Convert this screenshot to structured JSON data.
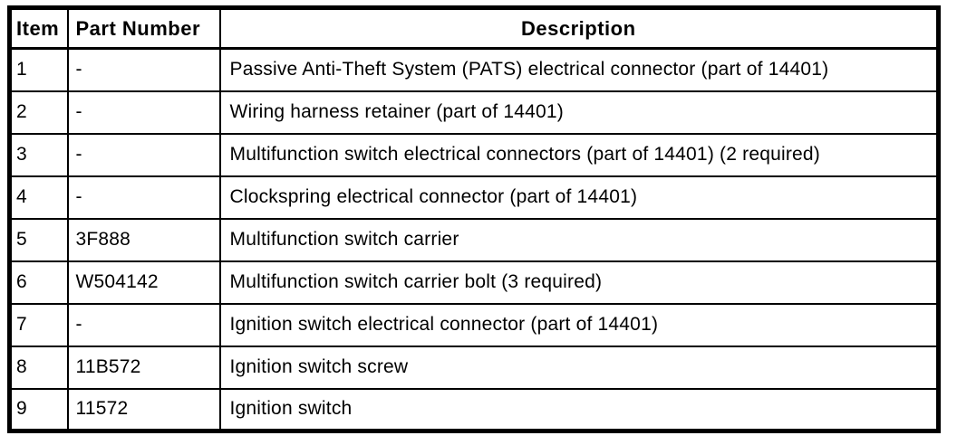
{
  "table": {
    "headers": [
      {
        "key": "item",
        "label": "Item"
      },
      {
        "key": "part_number",
        "label": "Part Number"
      },
      {
        "key": "description",
        "label": "Description"
      }
    ],
    "rows": [
      {
        "item": "1",
        "part_number": "-",
        "description": "Passive Anti-Theft System (PATS) electrical connector (part of 14401)"
      },
      {
        "item": "2",
        "part_number": "-",
        "description": "Wiring harness retainer (part of 14401)"
      },
      {
        "item": "3",
        "part_number": "-",
        "description": "Multifunction switch electrical connectors (part of 14401) (2 required)"
      },
      {
        "item": "4",
        "part_number": "-",
        "description": "Clockspring electrical connector (part of 14401)"
      },
      {
        "item": "5",
        "part_number": "3F888",
        "description": "Multifunction switch carrier"
      },
      {
        "item": "6",
        "part_number": "W504142",
        "description": "Multifunction switch carrier bolt (3 required)"
      },
      {
        "item": "7",
        "part_number": "-",
        "description": "Ignition switch electrical connector (part of 14401)"
      },
      {
        "item": "8",
        "part_number": "11B572",
        "description": "Ignition switch screw"
      },
      {
        "item": "9",
        "part_number": "11572",
        "description": "Ignition switch"
      }
    ]
  },
  "colors": {
    "border": "#000000",
    "background": "#ffffff",
    "text": "#000000"
  }
}
